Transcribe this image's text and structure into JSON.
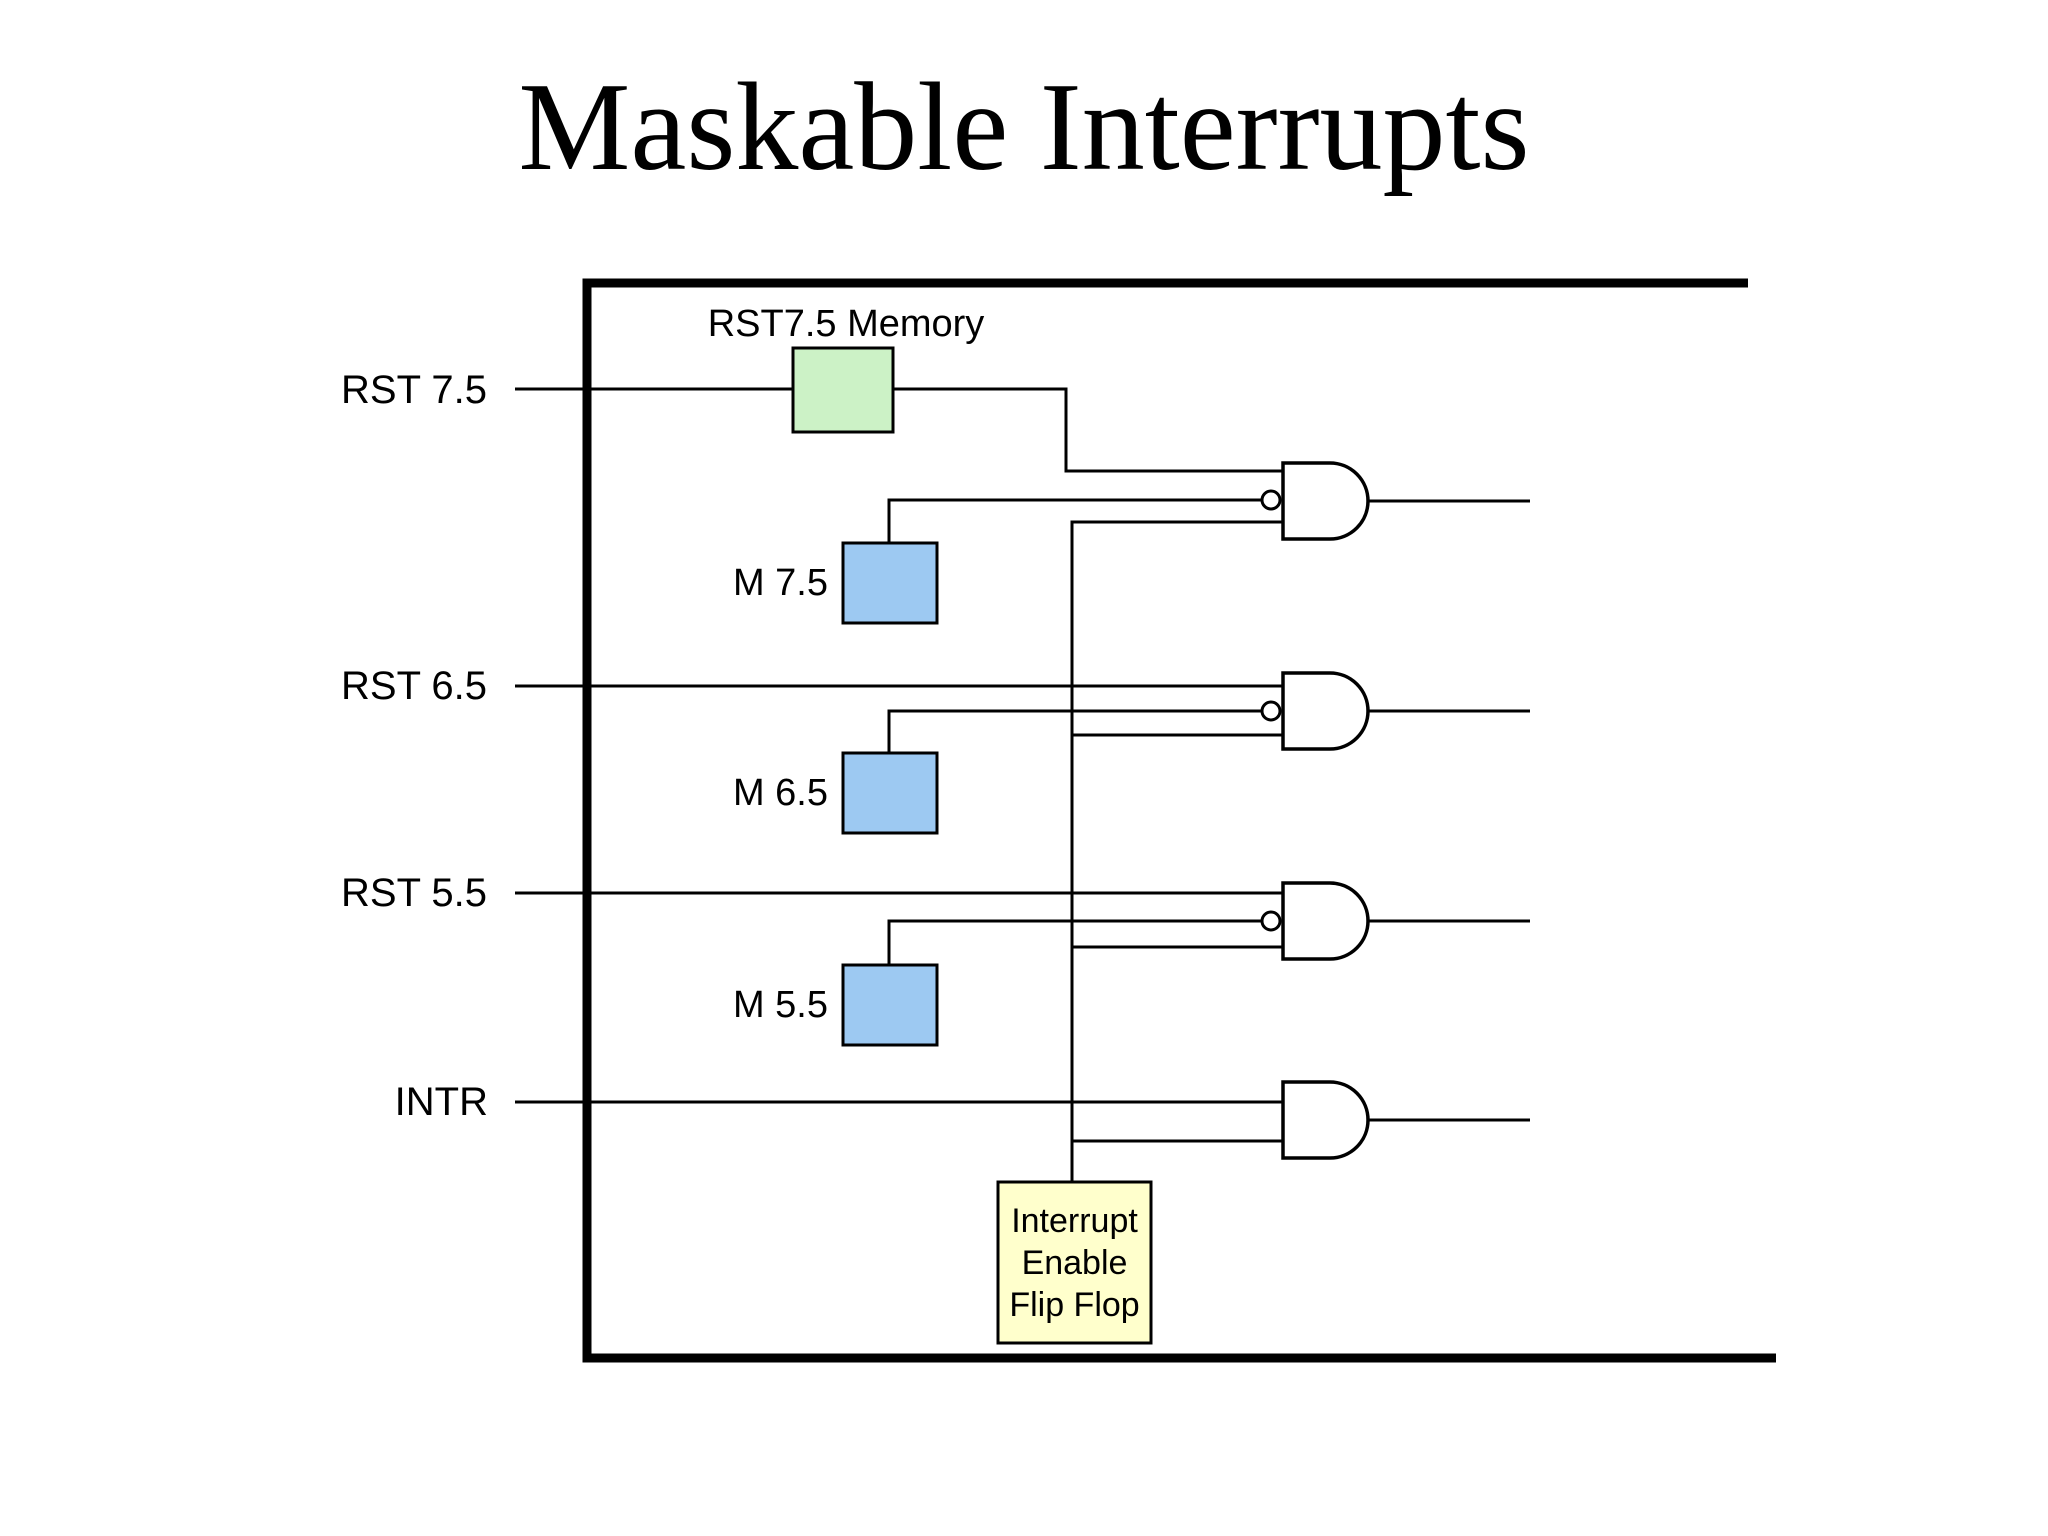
{
  "title": "Maskable Interrupts",
  "inputs": {
    "rst75": "RST 7.5",
    "rst65": "RST 6.5",
    "rst55": "RST 5.5",
    "intr": "INTR"
  },
  "labels": {
    "rst75_memory": "RST7.5 Memory",
    "m75": "M 7.5",
    "m65": "M 6.5",
    "m55": "M 5.5"
  },
  "ieff": {
    "lines": [
      "Interrupt",
      "Enable",
      "Flip Flop"
    ]
  },
  "colors": {
    "memory_box": "#ccf2c6",
    "mask_box": "#9dc9f2",
    "ieff_box": "#ffffcc",
    "line": "#000000",
    "background": "#ffffff"
  }
}
